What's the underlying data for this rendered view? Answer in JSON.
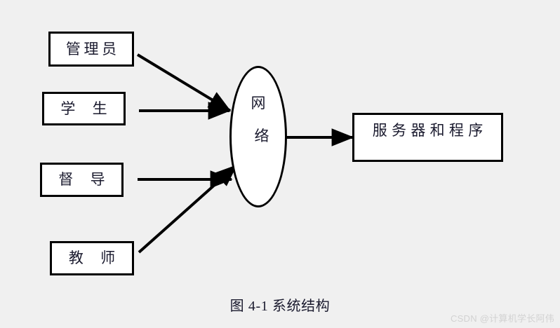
{
  "figure": {
    "background_color": "#f0f0f0",
    "stroke_color": "#000000",
    "node_fill": "#ffffff",
    "text_color": "#1a1a2e",
    "caption": "图 4-1  系统结构",
    "watermark": "CSDN @计算机学长阿伟"
  },
  "diagram": {
    "type": "system-architecture-block-diagram",
    "actors": [
      {
        "id": "admin",
        "label": "管理员"
      },
      {
        "id": "student",
        "label": "学  生"
      },
      {
        "id": "super",
        "label": "督  导"
      },
      {
        "id": "teacher",
        "label": "教  师"
      }
    ],
    "hub": {
      "id": "network",
      "shape": "ellipse",
      "line1": "网",
      "line2": "络"
    },
    "target": {
      "id": "server",
      "label": "服务器和程序"
    },
    "connections": [
      {
        "from": "admin",
        "to": "network",
        "style": "diagonal-down-right",
        "arrowhead": "filled-triangle"
      },
      {
        "from": "student",
        "to": "network",
        "style": "horizontal",
        "arrowhead": "filled-triangle"
      },
      {
        "from": "super",
        "to": "network",
        "style": "horizontal",
        "arrowhead": "filled-triangle"
      },
      {
        "from": "teacher",
        "to": "network",
        "style": "diagonal-up-right",
        "arrowhead": "filled-triangle"
      },
      {
        "from": "network",
        "to": "server",
        "style": "horizontal",
        "arrowhead": "filled-triangle"
      }
    ]
  }
}
